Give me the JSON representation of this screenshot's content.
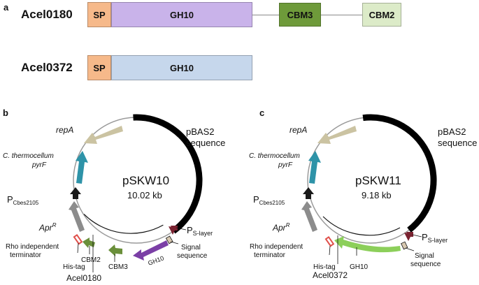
{
  "panels": {
    "a": "a",
    "b": "b",
    "c": "c"
  },
  "domain_architecture": {
    "acel0180": {
      "name": "Acel0180",
      "sp": "SP",
      "gh10": "GH10",
      "cbm3": "CBM3",
      "cbm2": "CBM2"
    },
    "acel0372": {
      "name": "Acel0372",
      "sp": "SP",
      "gh10": "GH10"
    }
  },
  "colors": {
    "sp": "#f6b98a",
    "gh10_0180": "#c9b3ea",
    "gh10_0372": "#c6d7ec",
    "cbm3": "#6e9a3a",
    "cbm2": "#dcebc8",
    "pbas2": "#000000",
    "repA": "#cbc3a2",
    "pyrF": "#2e93a8",
    "promoter_cbes": "#1a1a1a",
    "aprR": "#8c8c8c",
    "terminator": "#e0504b",
    "cbm_green": "#6a8f3a",
    "gh10_purple": "#7b3fa6",
    "gh10_lightgreen": "#8ccf5a",
    "s_layer": "#7a2230",
    "his_tag": "#d8c8b0"
  },
  "plasmid_b": {
    "name": "pSKW10",
    "size": "10.02 kb",
    "pbas2_line1": "pBAS2",
    "pbas2_line2": "sequence",
    "repA": "repA",
    "pyrF_line1": "C. thermocellum",
    "pyrF_line2": "pyrF",
    "promoter_main": "P",
    "promoter_sub": "Cbes2105",
    "apr_main": "Apr",
    "apr_sup": "R",
    "s_layer_main": "P",
    "s_layer_sub": "S-layer",
    "signal_line1": "Signal",
    "signal_line2": "sequence",
    "gh10": "GH10",
    "cbm3": "CBM3",
    "cbm2": "CBM2",
    "his_tag": "His-tag",
    "terminator_line1": "Rho independent",
    "terminator_line2": "terminator",
    "gene": "Acel0180"
  },
  "plasmid_c": {
    "name": "pSKW11",
    "size": "9.18 kb",
    "pbas2_line1": "pBAS2",
    "pbas2_line2": "sequence",
    "repA": "repA",
    "pyrF_line1": "C. thermocellum",
    "pyrF_line2": "pyrF",
    "promoter_main": "P",
    "promoter_sub": "Cbes2105",
    "apr_main": "Apr",
    "apr_sup": "R",
    "s_layer_main": "P",
    "s_layer_sub": "S-layer",
    "signal_line1": "Signal",
    "signal_line2": "sequence",
    "gh10": "GH10",
    "his_tag": "His-tag",
    "terminator_line1": "Rho independent",
    "terminator_line2": "terminator",
    "gene": "Acel0372"
  }
}
